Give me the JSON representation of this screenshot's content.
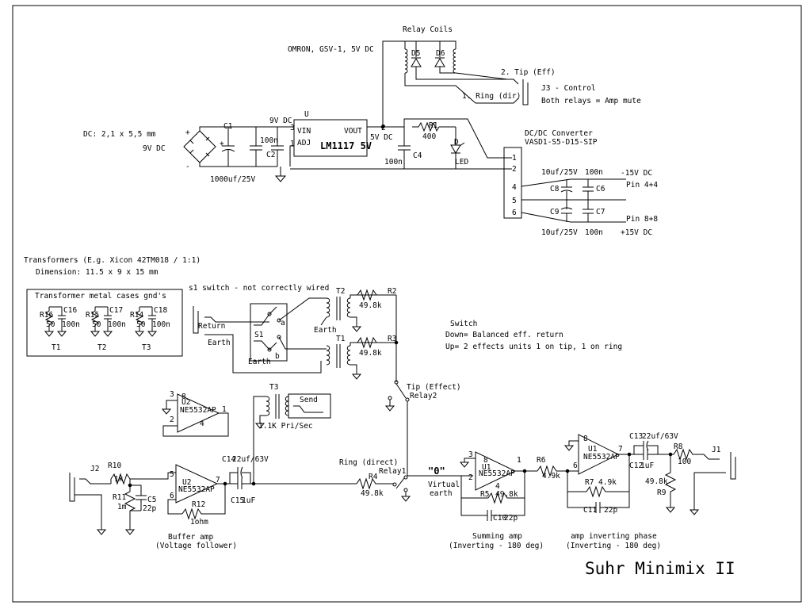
{
  "title": "Suhr Minimix II",
  "relay_section": {
    "relay_coils": "Relay Coils",
    "relay_model": "OMRON, GSV-1, 5V DC",
    "d5": "D5",
    "d6": "D6",
    "tip_eff": "2. Tip (Eff)",
    "ring_dir": "1. Ring (dir)",
    "j3_control": "J3 - Control",
    "both_relays": "Both relays = Amp mute"
  },
  "power_section": {
    "dc_label": "DC: 2,1 x 5,5 mm",
    "nine_v_dc": "9V DC",
    "plus": "+",
    "minus": "-",
    "c1": "C1",
    "c1_value": "1000uf/25V",
    "nine_v_dc_2": "9V DC",
    "u_label": "U",
    "vin": "VIN",
    "vout": "VOUT",
    "adj": "ADJ",
    "regulator": "LM1117 5V",
    "pin3": "3",
    "pin1": "1",
    "pin2": "2",
    "c2_value": "100n",
    "c2": "C2",
    "five_v_dc": "5V DC",
    "r1": "R1",
    "r1_value": "400",
    "d_label": "D",
    "led": "LED",
    "c4_value": "100n",
    "c4": "C4"
  },
  "dcdc_section": {
    "title1": "DC/DC Converter",
    "title2": "VASD1-S5-D15-SIP",
    "pins": [
      "1",
      "2",
      "4",
      "5",
      "6"
    ],
    "c8_rating": "10uf/25V",
    "c6_rating": "100n",
    "neg15": "-15V DC",
    "c8": "C8",
    "c6": "C6",
    "pin44": "Pin 4+4",
    "c9": "C9",
    "c7": "C7",
    "pin88": "Pin 8+8",
    "c9_rating": "10uf/25V",
    "c7_rating": "100n",
    "pos15": "+15V DC"
  },
  "transformers": {
    "line1": "Transformers (E.g. Xicon 42TM018 / 1:1)",
    "line2": "Dimension: 11.5 x 9 x 15 mm",
    "box_title": "Transformer metal cases gnd's",
    "items": [
      {
        "r": "R16",
        "c": "C16",
        "rv": "50",
        "cv": "100n",
        "t": "T1"
      },
      {
        "r": "R15",
        "c": "C17",
        "rv": "50",
        "cv": "100n",
        "t": "T2"
      },
      {
        "r": "R14",
        "c": "C18",
        "rv": "50",
        "cv": "100n",
        "t": "T3"
      }
    ]
  },
  "switch_section": {
    "s1_note": "s1 switch - not correctly wired",
    "return": "Return",
    "earth": "Earth",
    "earth2": "Earth",
    "earth3": "Earth",
    "s1": "S1",
    "a": "a",
    "b": "b",
    "t2": "T2",
    "t1": "T1",
    "r2": "R2",
    "r2_value": "49.8k",
    "r3": "R3",
    "r3_value": "49.8k",
    "switch_title": "Switch",
    "down": "Down= Balanced eff. return",
    "up": "Up= 2 effects units 1 on tip, 1 on ring"
  },
  "buffer_section": {
    "u2_small": "U2",
    "ic_small": "NE5532AP",
    "pin3": "3",
    "pin8": "8",
    "pin2": "2",
    "pin4": "4",
    "pin1": "1",
    "t3": "T3",
    "send": "Send",
    "t3_ratio": "1.1K Pri/Sec",
    "j2": "J2",
    "r10": "R10",
    "r10_value": "1k",
    "r11": "R11",
    "r11_value": "1m",
    "c5": "C5",
    "c5_value": "22p",
    "u2": "U2",
    "ic": "NE5532AP",
    "pin5": "5",
    "pin6": "6",
    "pin7": "7",
    "r12": "R12",
    "r12_value": "1ohm",
    "c14": "C14",
    "c14_value": "22uf/63V",
    "c15": "C15",
    "c15_value": "1uF",
    "caption1": "Buffer amp",
    "caption2": "(Voltage follower)"
  },
  "mix_section": {
    "tip_effect": "Tip (Effect)",
    "relay2": "Relay2",
    "ring_direct": "Ring (direct)",
    "relay1": "Relay1",
    "r4": "R4",
    "r4_value": "49.8k",
    "zero": "\"0\"",
    "virtual1": "Virtual",
    "virtual2": "earth",
    "u1": "U1",
    "ic": "NE5532AP",
    "pin3": "3",
    "pin8": "8",
    "pin1": "1",
    "pin2": "2",
    "pin4": "4",
    "r5": "R5",
    "r5_value": "49.8k",
    "c10": "C10",
    "c10_value": "22p",
    "caption1": "Summing amp",
    "caption2": "(Inverting - 180 deg)"
  },
  "inv_section": {
    "r6": "R6",
    "r6_value": "4.9k",
    "u1": "U1",
    "ic": "NE5532AP",
    "pin6": "6",
    "pin7": "7",
    "r7": "R7",
    "r7_value": "4.9k",
    "c11": "C11",
    "c11_value": "22p",
    "c13": "C13",
    "c13_value": "22uf/63V",
    "c12": "C12",
    "c12_value": "1uF",
    "r8": "R8",
    "r8_value": "100",
    "j1": "J1",
    "r9_value": "49.8k",
    "r9": "R9",
    "caption1": "amp inverting phase",
    "caption2": "(Inverting - 180 deg)"
  }
}
